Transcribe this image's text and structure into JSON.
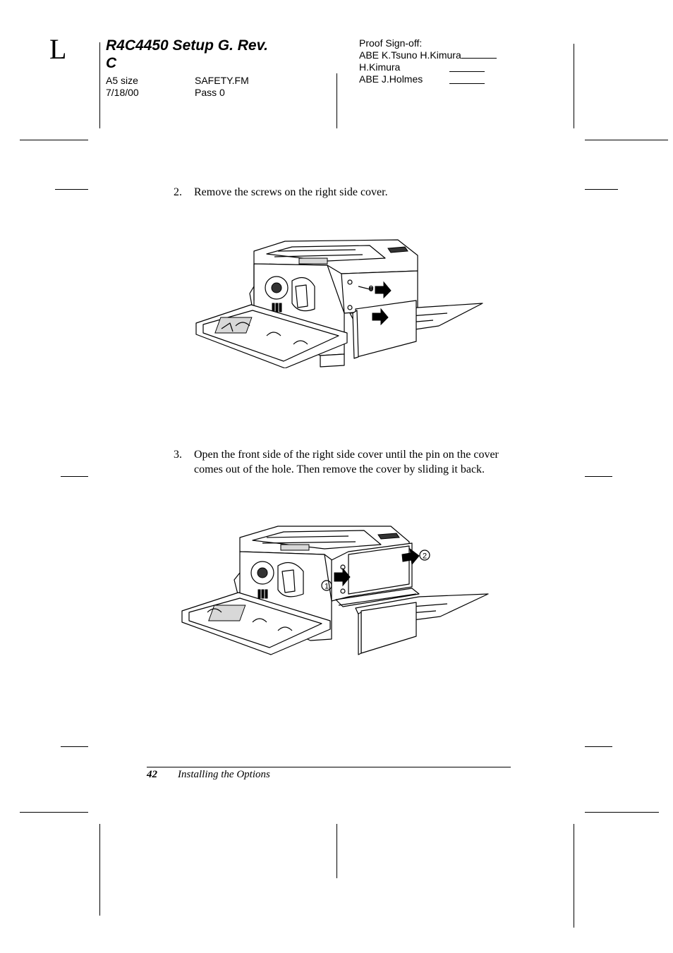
{
  "header": {
    "corner_mark": "L",
    "title": "R4C4450 Setup G. Rev. C",
    "size": "A5 size",
    "date": "7/18/00",
    "file": "SAFETY.FM",
    "pass": "Pass 0",
    "proof_title": "Proof Sign-off:",
    "proof_line1": "ABE  K.Tsuno  H.Kimura",
    "proof_line2": "H.Kimura",
    "proof_line3": "ABE  J.Holmes"
  },
  "steps": [
    {
      "number": "2.",
      "text": "Remove the screws on the right side cover."
    },
    {
      "number": "3.",
      "text": "Open the front side of the right side cover until the pin on the cover comes out of the hole. Then remove the cover by sliding it back."
    }
  ],
  "figure2": {
    "callout1": "1",
    "callout2": "2"
  },
  "footer": {
    "page_number": "42",
    "section": "Installing the Options"
  }
}
